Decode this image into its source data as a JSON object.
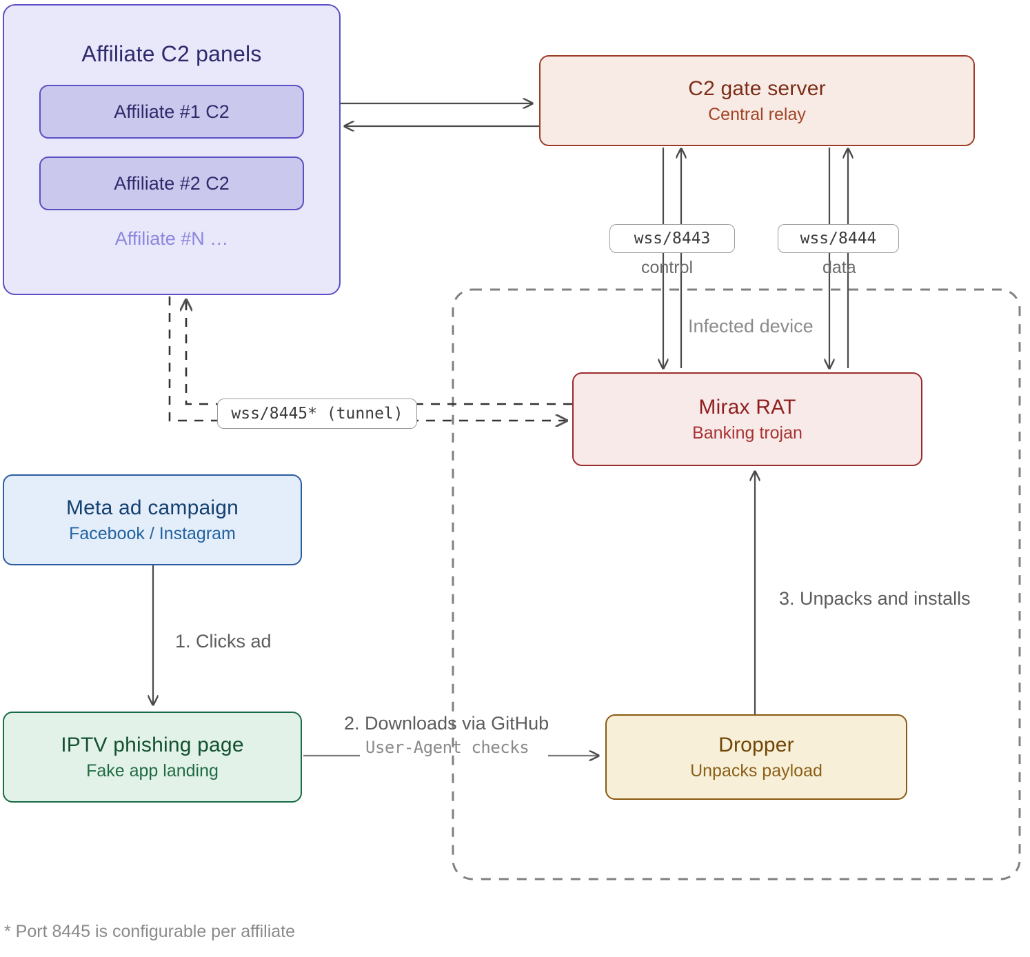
{
  "diagram": {
    "title_footnote": "* Port 8445 is configurable per affiliate"
  },
  "affiliate_panel": {
    "title": "Affiliate C2 panels",
    "items": [
      {
        "label": "Affiliate #1 C2"
      },
      {
        "label": "Affiliate #2 C2"
      }
    ],
    "more_label": "Affiliate #N …"
  },
  "nodes": {
    "c2_gate": {
      "title": "C2 gate server",
      "subtitle": "Central relay"
    },
    "mirax_rat": {
      "title": "Mirax RAT",
      "subtitle": "Banking trojan"
    },
    "dropper": {
      "title": "Dropper",
      "subtitle": "Unpacks payload"
    },
    "meta_ad": {
      "title": "Meta ad campaign",
      "subtitle": "Facebook / Instagram"
    },
    "iptv_page": {
      "title": "IPTV phishing page",
      "subtitle": "Fake app landing"
    }
  },
  "chips": {
    "control_port": "wss/8443",
    "data_port": "wss/8444",
    "tunnel_port": "wss/8445* (tunnel)"
  },
  "edge_labels": {
    "control": "control",
    "data": "data",
    "infected_device": "Infected device",
    "step1": "1. Clicks ad",
    "step2": "2. Downloads via GitHub",
    "step2_sub": "User-Agent checks",
    "step3": "3. Unpacks and installs"
  },
  "colors": {
    "affiliate_panel_fill": "#e9e8fb",
    "affiliate_panel_stroke": "#5b4fc4",
    "affiliate_item_fill": "#cbc8ed",
    "c2_gate_fill": "#f8ebe5",
    "c2_gate_stroke": "#9c3b27",
    "mirax_fill": "#f9eaea",
    "mirax_stroke": "#9c2b2b",
    "dropper_fill": "#f8efd9",
    "dropper_stroke": "#8a5a12",
    "meta_fill": "#e4eefb",
    "meta_stroke": "#2a5e9e",
    "iptv_fill": "#e2f2e9",
    "iptv_stroke": "#186b46",
    "edge_stroke": "#4a4a4a",
    "dashed_stroke": "#808080"
  }
}
